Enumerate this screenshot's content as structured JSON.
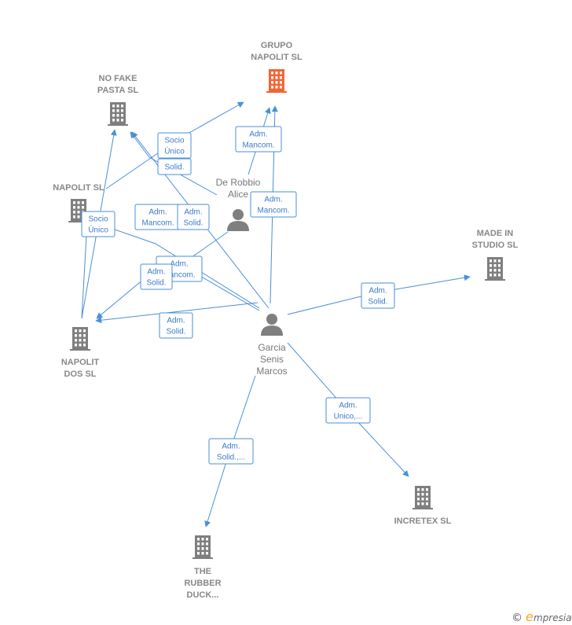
{
  "colors": {
    "edge": "#4a8fd9",
    "company": "#7f7f7f",
    "highlight": "#f26535",
    "person": "#7f7f7f",
    "label": "#888888",
    "rel_text": "#3a7bc8",
    "brand_e": "#f5a623"
  },
  "nodes": [
    {
      "id": "grupo",
      "kind": "company",
      "icon": "building-icon",
      "highlight": true,
      "lines": [
        "GRUPO",
        "NAPOLIT  SL"
      ]
    },
    {
      "id": "nofake",
      "kind": "company",
      "icon": "building-icon",
      "highlight": false,
      "lines": [
        "NO FAKE",
        "PASTA  SL"
      ]
    },
    {
      "id": "napolit",
      "kind": "company",
      "icon": "building-icon",
      "highlight": false,
      "lines": [
        "NAPOLIT  SL"
      ]
    },
    {
      "id": "made",
      "kind": "company",
      "icon": "building-icon",
      "highlight": false,
      "lines": [
        "MADE IN",
        "STUDIO  SL"
      ]
    },
    {
      "id": "dos",
      "kind": "company",
      "icon": "building-icon",
      "highlight": false,
      "lines": [
        "NAPOLIT",
        "DOS  SL"
      ]
    },
    {
      "id": "incretex",
      "kind": "company",
      "icon": "building-icon",
      "highlight": false,
      "lines": [
        "INCRETEX  SL"
      ]
    },
    {
      "id": "rubber",
      "kind": "company",
      "icon": "building-icon",
      "highlight": false,
      "lines": [
        "THE",
        "RUBBER",
        "DUCK..."
      ]
    },
    {
      "id": "alice",
      "kind": "person",
      "icon": "person-icon",
      "highlight": false,
      "lines": [
        "De Robbio",
        "Alice"
      ]
    },
    {
      "id": "garcia",
      "kind": "person",
      "icon": "person-icon",
      "highlight": false,
      "lines": [
        "Garcia",
        "Senis",
        "Marcos"
      ]
    }
  ],
  "relations": [
    {
      "id": "r1",
      "lines": [
        "Socio",
        "Único"
      ]
    },
    {
      "id": "r2",
      "lines": [
        "Solid."
      ]
    },
    {
      "id": "r3",
      "lines": [
        "Adm.",
        "Mancom."
      ]
    },
    {
      "id": "r4",
      "lines": [
        "Adm.",
        "Mancom."
      ]
    },
    {
      "id": "r5",
      "lines": [
        "Socio",
        "Único"
      ]
    },
    {
      "id": "r6",
      "lines": [
        "Adm.",
        "Mancom."
      ]
    },
    {
      "id": "r7",
      "lines": [
        "Adm.",
        "Solid."
      ]
    },
    {
      "id": "r8",
      "lines": [
        "Adm.",
        "Mancom."
      ]
    },
    {
      "id": "r9",
      "lines": [
        "Adm.",
        "Solid."
      ]
    },
    {
      "id": "r10",
      "lines": [
        "Adm.",
        "Solid."
      ]
    },
    {
      "id": "r11",
      "lines": [
        "Adm.",
        "Solid."
      ]
    },
    {
      "id": "r12",
      "lines": [
        "Adm.",
        "Unico,..."
      ]
    },
    {
      "id": "r13",
      "lines": [
        "Adm.",
        "Solid.,..."
      ]
    }
  ],
  "brand": {
    "copyright": "©",
    "initial": "e",
    "name": "mpresia"
  }
}
